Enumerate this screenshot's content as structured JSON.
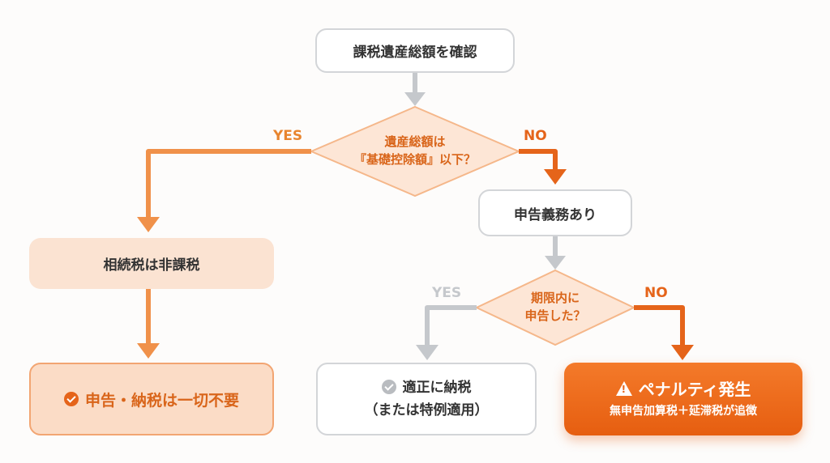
{
  "nodes": {
    "start": "課税遺産総額を確認",
    "decision1_line1": "遺産総額は",
    "decision1_line2": "『基礎控除額』以下？",
    "duty": "申告義務あり",
    "nontax": "相続税は非課税",
    "decision2_line1": "期限内に",
    "decision2_line2": "申告した？",
    "no_filing": "申告・納税は一切不要",
    "proper_line1": "適正に納税",
    "proper_line2": "（または特例適用）",
    "penalty_title": "ペナルティ発生",
    "penalty_sub": "無申告加算税＋延滞税が追徴"
  },
  "labels": {
    "d1_yes": "YES",
    "d1_no": "NO",
    "d2_yes": "YES",
    "d2_no": "NO"
  },
  "icons": {
    "check": "check-circle-icon",
    "warning": "warning-triangle-icon"
  },
  "colors": {
    "orange": "#f0914a",
    "dark_orange": "#e5641a",
    "gray": "#c5c8cc",
    "peach": "#fbe3d2"
  }
}
